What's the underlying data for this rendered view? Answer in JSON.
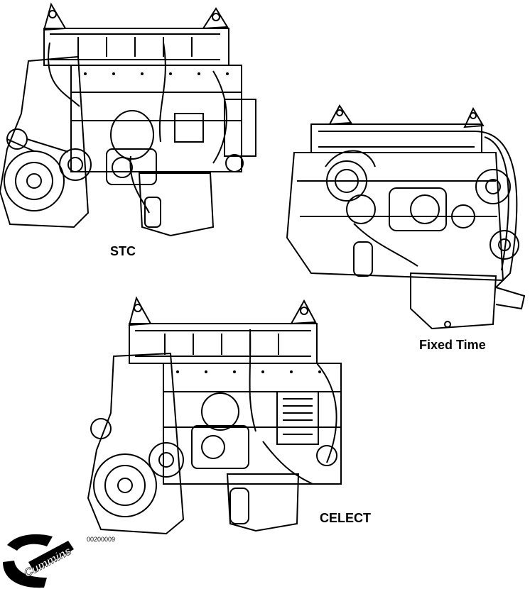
{
  "labels": {
    "stc": "STC",
    "fixed_time": "Fixed Time",
    "celect": "CELECT"
  },
  "figure_id": "00200009",
  "logo": {
    "text": "Cummins",
    "icon": "cummins-c-logo-icon"
  },
  "colors": {
    "ink": "#000000",
    "paper": "#ffffff"
  }
}
